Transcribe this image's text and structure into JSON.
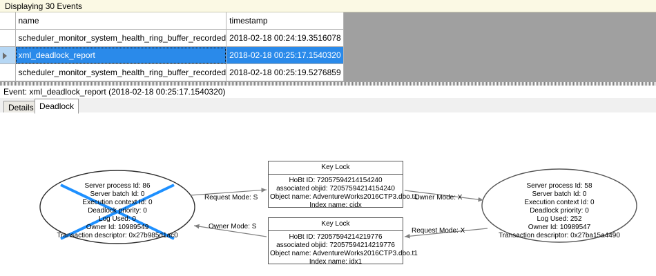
{
  "banner": {
    "text": "Displaying 30 Events"
  },
  "grid": {
    "columns": [
      {
        "key": "selector",
        "label": ""
      },
      {
        "key": "name",
        "label": "name"
      },
      {
        "key": "timestamp",
        "label": "timestamp"
      }
    ],
    "rows": [
      {
        "name": "scheduler_monitor_system_health_ring_buffer_recorded",
        "timestamp": "2018-02-18 00:24:19.3516078",
        "selected": false
      },
      {
        "name": "xml_deadlock_report",
        "timestamp": "2018-02-18 00:25:17.1540320",
        "selected": true
      },
      {
        "name": "scheduler_monitor_system_health_ring_buffer_recorded",
        "timestamp": "2018-02-18 00:25:19.5276859",
        "selected": false
      }
    ],
    "selected_row_indicator": "row-selector-arrow"
  },
  "event_header": {
    "text": "Event: xml_deadlock_report (2018-02-18 00:25:17.1540320)"
  },
  "tabs": [
    {
      "id": "details",
      "label": "Details",
      "selected": false
    },
    {
      "id": "deadlock",
      "label": "Deadlock",
      "selected": true
    }
  ],
  "deadlock_graph": {
    "processes": [
      {
        "id": "process-left",
        "victim": true,
        "lines": [
          "Server process Id: 86",
          "Server batch Id: 0",
          "Execution context Id: 0",
          "Deadlock priority: 0",
          "Log Used: 0",
          "Owner Id: 10989549",
          "Transaction descriptor: 0x27b985d1ac0"
        ]
      },
      {
        "id": "process-right",
        "victim": false,
        "lines": [
          "Server process Id: 58",
          "Server batch Id: 0",
          "Execution context Id: 0",
          "Deadlock priority: 0",
          "Log Used: 252",
          "Owner Id: 10989547",
          "Transaction descriptor: 0x27ba15a4490"
        ]
      }
    ],
    "resources": [
      {
        "id": "keylock-top",
        "title": "Key Lock",
        "lines": [
          "HoBt ID: 72057594214154240",
          "associated objid: 72057594214154240",
          "Object name: AdventureWorks2016CTP3.dbo.t1",
          "Index name: cidx"
        ]
      },
      {
        "id": "keylock-bottom",
        "title": "Key Lock",
        "lines": [
          "HoBt ID: 72057594214219776",
          "associated objid: 72057594214219776",
          "Object name: AdventureWorks2016CTP3.dbo.t1",
          "Index name: idx1"
        ]
      }
    ],
    "edges": [
      {
        "id": "edge-request-s",
        "label": "Request Mode: S",
        "from": "process-left",
        "to": "keylock-top",
        "direction": "right"
      },
      {
        "id": "edge-owner-x",
        "label": "Owner Mode: X",
        "from": "keylock-top",
        "to": "process-right",
        "direction": "right"
      },
      {
        "id": "edge-owner-s",
        "label": "Owner Mode: S",
        "from": "keylock-bottom",
        "to": "process-left",
        "direction": "left"
      },
      {
        "id": "edge-request-x",
        "label": "Request Mode: X",
        "from": "process-right",
        "to": "keylock-bottom",
        "direction": "left"
      }
    ],
    "colors": {
      "victim_cross": "#1E90FF",
      "node_stroke": "#303030",
      "edge_stroke": "#808080",
      "resource_stroke": "#555555"
    }
  }
}
